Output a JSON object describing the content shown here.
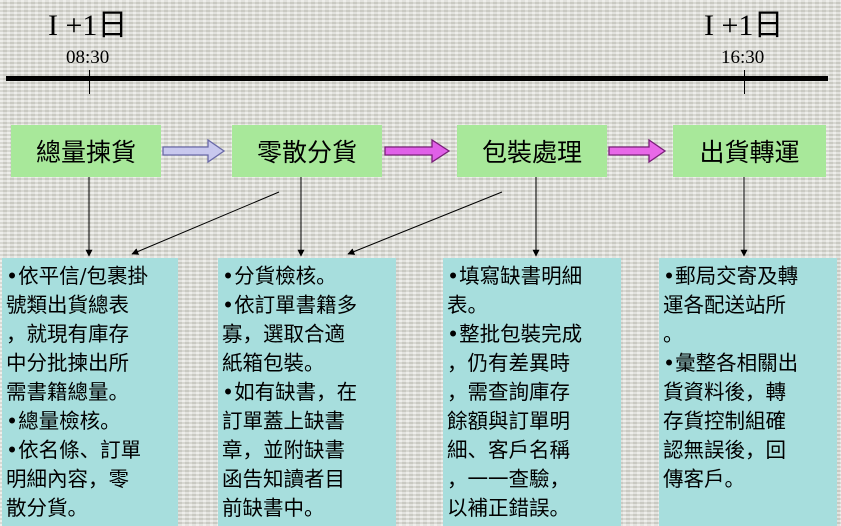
{
  "timeline": {
    "start": {
      "day": "I +1日",
      "time": "08:30"
    },
    "end": {
      "day": "I +1日",
      "time": "16:30"
    }
  },
  "stages": [
    {
      "label": "總量揀貨"
    },
    {
      "label": "零散分貨"
    },
    {
      "label": "包裝處理"
    },
    {
      "label": "出貨轉運"
    }
  ],
  "arrow_colors": {
    "stage1_to_stage2": "#c8c8ee",
    "stage2_to_stage3": "#e060e8",
    "stage3_to_stage4": "#e868e8"
  },
  "details": [
    {
      "lines": [
        "•依平信/包裹掛",
        "號類出貨總表",
        "，就現有庫存",
        "中分批揀出所",
        "需書籍總量。",
        "•總量檢核。",
        "•依名條、訂單",
        "明細內容，零",
        "散分貨。"
      ]
    },
    {
      "lines": [
        "•分貨檢核。",
        "•依訂單書籍多",
        "寡，選取合適",
        "紙箱包裝。",
        "•如有缺書，在",
        "訂單蓋上缺書",
        "章，並附缺書",
        "函告知讀者目",
        "前缺書中。"
      ]
    },
    {
      "lines": [
        "•填寫缺書明細",
        "表。",
        "•整批包裝完成",
        "，仍有差異時",
        "，需查詢庫存",
        "餘額與訂單明",
        "細、客戶名稱",
        "，一一查驗，",
        "以補正錯誤。"
      ]
    },
    {
      "lines": [
        "•郵局交寄及轉",
        "運各配送站所",
        "。",
        "•彙整各相關出",
        "貨資料後，轉",
        "存貨控制組確",
        "認無誤後，回",
        "傳客戶。"
      ]
    }
  ]
}
